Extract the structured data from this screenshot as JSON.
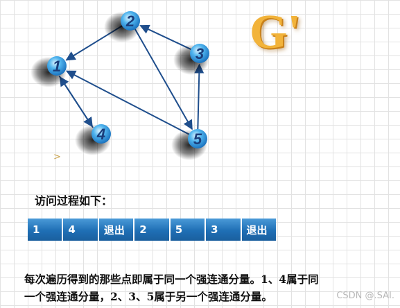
{
  "graph": {
    "nodes": [
      "1",
      "2",
      "3",
      "4",
      "5"
    ],
    "edges": [
      {
        "from": "2",
        "to": "1"
      },
      {
        "from": "3",
        "to": "2"
      },
      {
        "from": "2",
        "to": "5"
      },
      {
        "from": "5",
        "to": "1"
      },
      {
        "from": "5",
        "to": "3"
      },
      {
        "from": "1",
        "to": "4"
      },
      {
        "from": "4",
        "to": "1"
      }
    ],
    "arrow_color": "#1f4e8c",
    "node_color": "#3aa0e0"
  },
  "logo_text": "G'",
  "cursor_mark": ">",
  "visit_label": "访问过程如下：",
  "sequence": [
    "1",
    "4",
    "退出",
    "2",
    "5",
    "3",
    "退出"
  ],
  "summary": {
    "line1": "每次遍历得到的那些点即属于同一个强连通分量。1、4属于同",
    "line2": "一个强连通分量，2、3、5属于另一个强连通分量。"
  },
  "watermark": "CSDN @.SAI."
}
